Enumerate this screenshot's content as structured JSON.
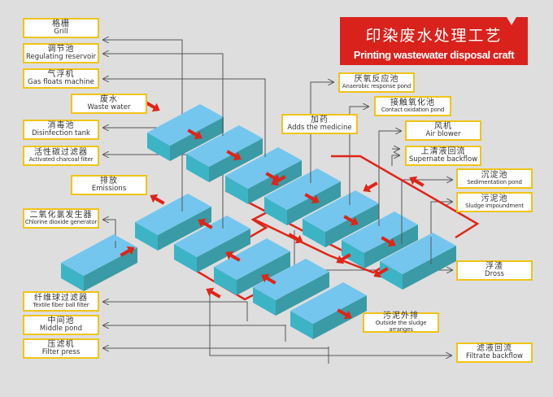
{
  "title": {
    "zh": "印染废水处理工艺",
    "en": "Printing wastewater disposal craft",
    "bg_color": "#d9221c"
  },
  "colors": {
    "background": "#dedede",
    "label_border": "#f0c419",
    "block_top": "#74c6ee",
    "block_left": "#3cb4c6",
    "block_right": "#3a9aa6",
    "flow_arrow": "#e02418",
    "connector": "#555555"
  },
  "labels": [
    {
      "id": "grill",
      "zh": "格栅",
      "en": "Grill"
    },
    {
      "id": "regulating-reservoir",
      "zh": "调节池",
      "en": "Regulating reservoir"
    },
    {
      "id": "gas-floats-machine",
      "zh": "气浮机",
      "en": "Gas floats machine"
    },
    {
      "id": "waste-water",
      "zh": "废水",
      "en": "Waste water"
    },
    {
      "id": "disinfection-tank",
      "zh": "消毒池",
      "en": "Disinfection tank"
    },
    {
      "id": "activated-charcoal-filter",
      "zh": "活性碳过滤器",
      "en": "Activated charcoal filter"
    },
    {
      "id": "emissions",
      "zh": "排放",
      "en": "Emissions"
    },
    {
      "id": "chlorine-dioxide-generator",
      "zh": "二氧化氯发生器",
      "en": "Chlorine dioxide generator"
    },
    {
      "id": "textile-fiber-ball-filter",
      "zh": "纤维球过滤器",
      "en": "Textile fiber ball filter"
    },
    {
      "id": "middle-pond",
      "zh": "中间池",
      "en": "Middle pond"
    },
    {
      "id": "filter-press",
      "zh": "压滤机",
      "en": "Filter press"
    },
    {
      "id": "anaerobic-response-pond",
      "zh": "厌氧反应池",
      "en": "Anaerobic response pond"
    },
    {
      "id": "contact-oxidation-pond",
      "zh": "接触氧化池",
      "en": "Contact oxidation pond"
    },
    {
      "id": "adds-the-medicine",
      "zh": "加药",
      "en": "Adds the medicine"
    },
    {
      "id": "air-blower",
      "zh": "风机",
      "en": "Air blower"
    },
    {
      "id": "supernate-backflow",
      "zh": "上清液回流",
      "en": "Supernate backflow"
    },
    {
      "id": "sedimentation-pond",
      "zh": "沉淀池",
      "en": "Sedimentation pond"
    },
    {
      "id": "sludge-impoundment",
      "zh": "污泥池",
      "en": "Sludge impoundment"
    },
    {
      "id": "dross",
      "zh": "浮渣",
      "en": "Dross"
    },
    {
      "id": "outside-sludge",
      "zh": "污泥外排",
      "en": "Outside the sludge arranges"
    },
    {
      "id": "filtrate-backflow",
      "zh": "滤液回流",
      "en": "Filtrate backflow"
    }
  ]
}
